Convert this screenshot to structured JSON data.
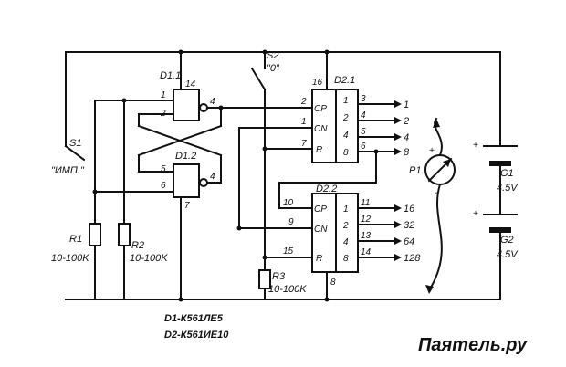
{
  "labels": {
    "d11": "D1.1",
    "d12": "D1.2",
    "d21": "D2.1",
    "d22": "D2.2",
    "s1": "S1",
    "s1_mode": "\"ИМП.\"",
    "s2": "S2",
    "s2_mode": "\"0\"",
    "r1": "R1",
    "r1_val": "10-100K",
    "r2": "R2",
    "r2_val": "10-100K",
    "r3": "R3",
    "r3_val": "10-100K",
    "p1": "P1",
    "plus": "+",
    "minus": "-",
    "g1": "G1",
    "g1_val": "4.5V",
    "g2": "G2",
    "g2_val": "4.5V",
    "parts_d1": "D1-К561ЛЕ5",
    "parts_d2": "D2-К561ИЕ10"
  },
  "d11_pins": {
    "p14": "14",
    "p1": "1",
    "p2": "2",
    "p4": "4"
  },
  "d12_pins": {
    "p5": "5",
    "p4": "4",
    "p6": "6",
    "p7": "7"
  },
  "d21": {
    "pin16": "16",
    "pin2": "2",
    "pin1": "1",
    "pin7": "7",
    "in_cp": "CP",
    "in_cn": "CN",
    "in_r": "R",
    "q": [
      "1",
      "2",
      "4",
      "8"
    ],
    "out_pins": [
      "3",
      "4",
      "5",
      "6"
    ],
    "out_values": [
      "1",
      "2",
      "4",
      "8"
    ]
  },
  "d22": {
    "pin10": "10",
    "pin9": "9",
    "pin15": "15",
    "pin8": "8",
    "in_cp": "CP",
    "in_cn": "CN",
    "in_r": "R",
    "q": [
      "1",
      "2",
      "4",
      "8"
    ],
    "out_pins": [
      "11",
      "12",
      "13",
      "14"
    ],
    "out_values": [
      "16",
      "32",
      "64",
      "128"
    ]
  },
  "watermark": "Паяmель.ру"
}
